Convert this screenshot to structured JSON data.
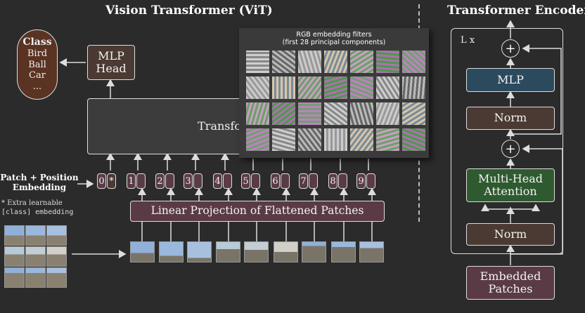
{
  "titles": {
    "vit": "Vision Transformer (ViT)",
    "encoder": "Transformer Encoder"
  },
  "class_head": {
    "heading": "Class",
    "items": [
      "Bird",
      "Ball",
      "Car",
      "..."
    ]
  },
  "mlp_head": "MLP\nHead",
  "transformer_label": "Transformer",
  "patch_embedding_label": "Patch + Position\nEmbedding",
  "note": {
    "line1": "* Extra learnable",
    "line2": "[class] embedding"
  },
  "tokens": [
    "0",
    "1",
    "2",
    "3",
    "4",
    "5",
    "6",
    "7",
    "8",
    "9"
  ],
  "cls_marker": "*",
  "linear_projection": "Linear Projection of Flattened Patches",
  "filters": {
    "title_line1": "RGB embedding filters",
    "title_line2": "(first 28 principal components)"
  },
  "encoder": {
    "repeat": "L x",
    "mlp": "MLP",
    "norm_top": "Norm",
    "mha": "Multi-Head\nAttention",
    "norm_bottom": "Norm",
    "embedded_patches": "Embedded\nPatches",
    "plus": "+"
  },
  "colors": {
    "background": "#2b2b2b",
    "class_box": "#5a3323",
    "brown_box": "#4a3a33",
    "mauve_box": "#5a3b45",
    "mlp_blue": "#2c4a5e",
    "mha_green": "#2f5a30"
  }
}
